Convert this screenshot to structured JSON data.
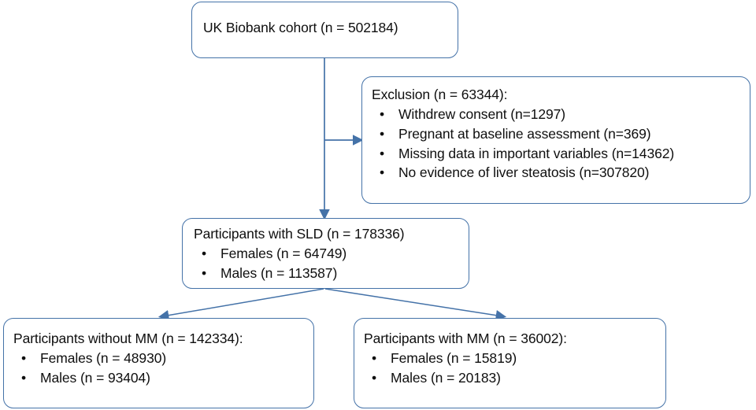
{
  "diagram": {
    "type": "participant-flow-diagram",
    "edge_color": "#4472a8",
    "border_color": "#4472a8",
    "background_color": "#ffffff",
    "text_color": "#0f0f0f",
    "nodes": {
      "cohort": {
        "title": "UK Biobank cohort (n = 502184)"
      },
      "exclusion": {
        "title": "Exclusion (n = 63344):",
        "items": [
          "Withdrew consent (n=1297)",
          "Pregnant at baseline assessment (n=369)",
          "Missing data in important variables (n=14362)",
          "No evidence of liver steatosis (n=307820)"
        ]
      },
      "sld": {
        "title": "Participants with SLD (n = 178336)",
        "items": [
          "Females (n = 64749)",
          "Males (n = 113587)"
        ]
      },
      "without_mm": {
        "title": "Participants without MM (n = 142334):",
        "items": [
          "Females (n = 48930)",
          "Males (n = 93404)"
        ]
      },
      "with_mm": {
        "title": "Participants with MM (n = 36002):",
        "items": [
          "Females (n = 15819)",
          "Males (n = 20183)"
        ]
      }
    },
    "bullet_glyph": "•",
    "edges": [
      {
        "from": "cohort",
        "to": "sld",
        "style": "vertical-arrow"
      },
      {
        "from": "cohort",
        "to": "exclusion",
        "style": "branch-right-arrow"
      },
      {
        "from": "sld",
        "to": "without_mm",
        "style": "diagonal-left-arrow"
      },
      {
        "from": "sld",
        "to": "with_mm",
        "style": "diagonal-right-arrow"
      }
    ]
  }
}
